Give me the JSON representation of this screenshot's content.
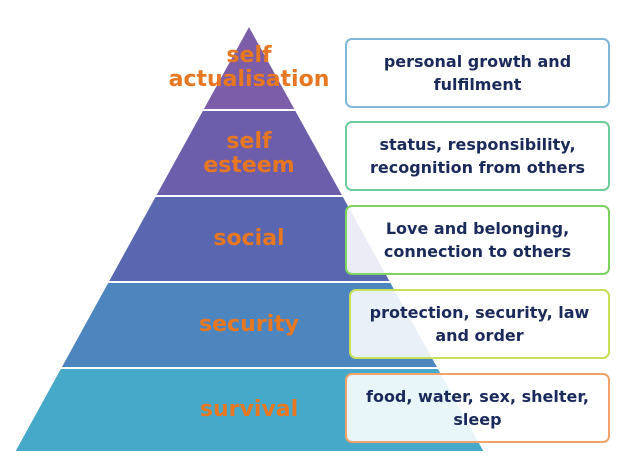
{
  "levels": [
    {
      "id": "self-actualisation",
      "label_lines": [
        "self",
        "actualisation"
      ],
      "description": "personal growth and fulfilment",
      "fill": "#7B5EA7",
      "border": "#7FB8D6"
    },
    {
      "id": "self-esteem",
      "label_lines": [
        "self",
        "esteem"
      ],
      "description": "status, responsibility, recognition from others",
      "fill": "#6D5EAB",
      "border": "#6CCB9A"
    },
    {
      "id": "social",
      "label_lines": [
        "social"
      ],
      "description": "Love and belonging, connection to others",
      "fill": "#5966B0",
      "border": "#7DD35E"
    },
    {
      "id": "security",
      "label_lines": [
        "security"
      ],
      "description": "protection, security, law and order",
      "fill": "#4D85BE",
      "border": "#C8E05A"
    },
    {
      "id": "survival",
      "label_lines": [
        "survival"
      ],
      "description": "food, water, sex, shelter, sleep",
      "fill": "#46A9C9",
      "border": "#F2A36B"
    }
  ],
  "colors": {
    "label": "#E87722",
    "description_text": "#1A2A5A"
  }
}
